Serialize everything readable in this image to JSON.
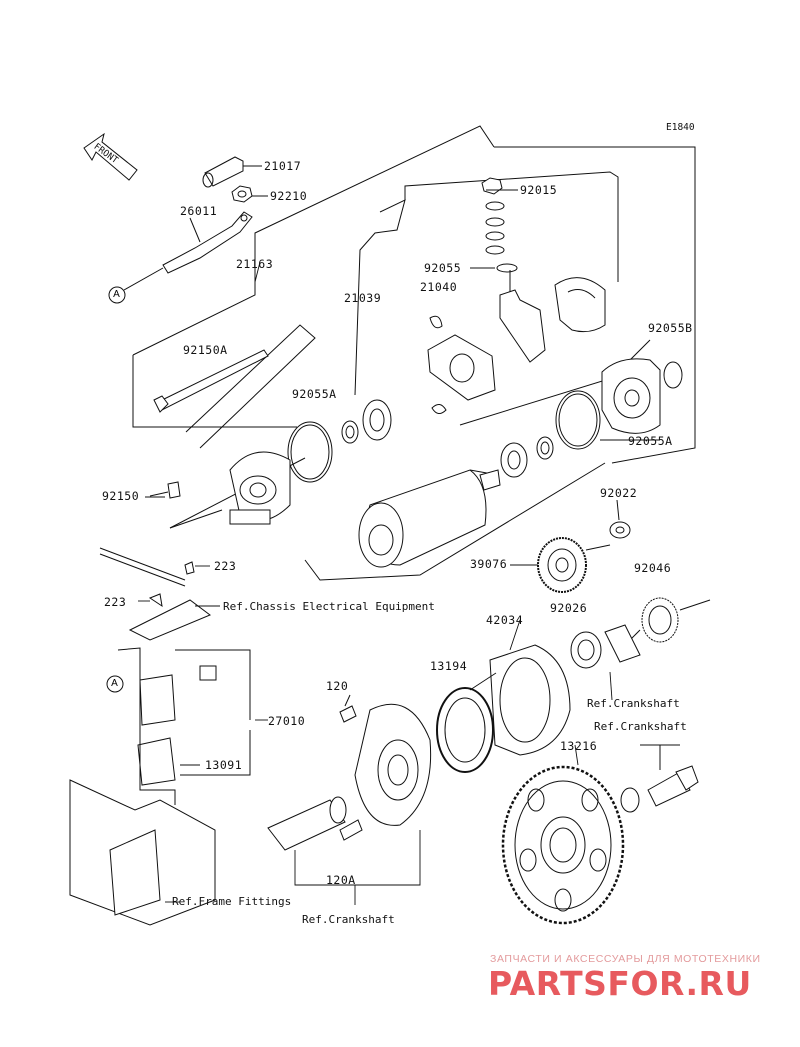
{
  "diagram_code": "E1840",
  "front_marker": "FRONT",
  "callout_A": "A",
  "parts": {
    "p21017": "21017",
    "p92210": "92210",
    "p26011": "26011",
    "p21163": "21163",
    "p92015": "92015",
    "p92055": "92055",
    "p21040": "21040",
    "p21039": "21039",
    "p92055B": "92055B",
    "p92150A": "92150A",
    "p92055A_left": "92055A",
    "p92055A_right": "92055A",
    "p92150": "92150",
    "p92022": "92022",
    "p223_a": "223",
    "p39076": "39076",
    "p92046": "92046",
    "p223_b": "223",
    "p42034": "42034",
    "p92026": "92026",
    "p13194": "13194",
    "p120": "120",
    "p27010": "27010",
    "p13091": "13091",
    "p13216": "13216",
    "p120A": "120A"
  },
  "refs": {
    "chassis": "Ref.Chassis Electrical Equipment",
    "crankshaft_1": "Ref.Crankshaft",
    "crankshaft_2": "Ref.Crankshaft",
    "frame": "Ref.Frame Fittings",
    "crankshaft_3": "Ref.Crankshaft"
  },
  "watermark": {
    "tagline": "ЗАПЧАСТИ И АКСЕССУАРЫ ДЛЯ МОТОТЕХНИКИ",
    "brand": "PARTSFOR.RU"
  }
}
